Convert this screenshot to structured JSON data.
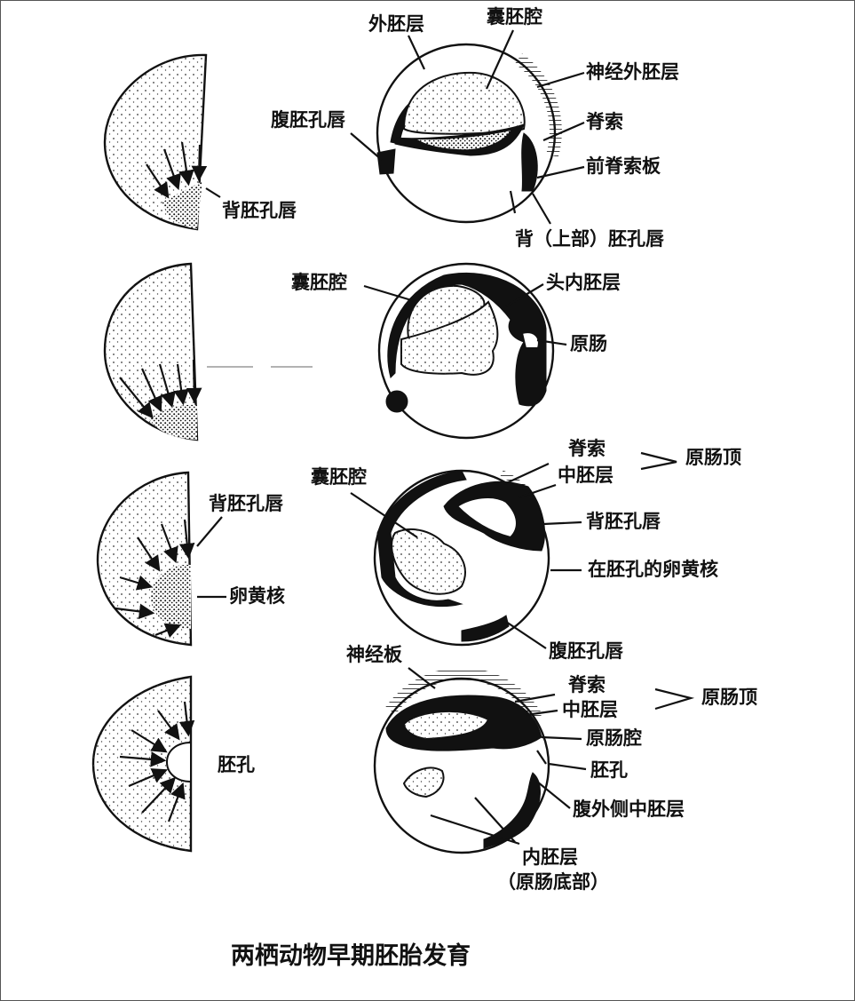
{
  "title": "两栖动物早期胚胎发育",
  "stage1": {
    "left": {
      "dorsal_lip": "背胚孔唇"
    },
    "right": {
      "ectoderm": "外胚层",
      "blastocoel": "囊胚腔",
      "neural_ectoderm": "神经外胚层",
      "ventral_lip": "腹胚孔唇",
      "notochord": "脊索",
      "prechordal_plate": "前脊索板",
      "dorsal_upper_lip": "背（上部）胚孔唇"
    }
  },
  "stage2": {
    "right": {
      "blastocoel": "囊胚腔",
      "head_endoderm": "头内胚层",
      "archenteron": "原肠"
    }
  },
  "stage3": {
    "left": {
      "dorsal_lip": "背胚孔唇",
      "yolk_plug": "卵黄核"
    },
    "right": {
      "blastocoel": "囊胚腔",
      "notochord": "脊索",
      "mesoderm": "中胚层",
      "archenteron_roof": "原肠顶",
      "dorsal_lip": "背胚孔唇",
      "yolk_plug_in_blastopore": "在胚孔的卵黄核",
      "ventral_lip": "腹胚孔唇"
    }
  },
  "stage4": {
    "left": {
      "blastopore": "胚孔"
    },
    "right": {
      "neural_plate": "神经板",
      "notochord": "脊索",
      "mesoderm": "中胚层",
      "archenteron_roof": "原肠顶",
      "archenteron_cavity": "原肠腔",
      "blastopore": "胚孔",
      "ventral_lateral_mesoderm": "腹外侧中胚层",
      "endoderm": "内胚层",
      "archenteron_floor": "（原肠底部）"
    }
  }
}
